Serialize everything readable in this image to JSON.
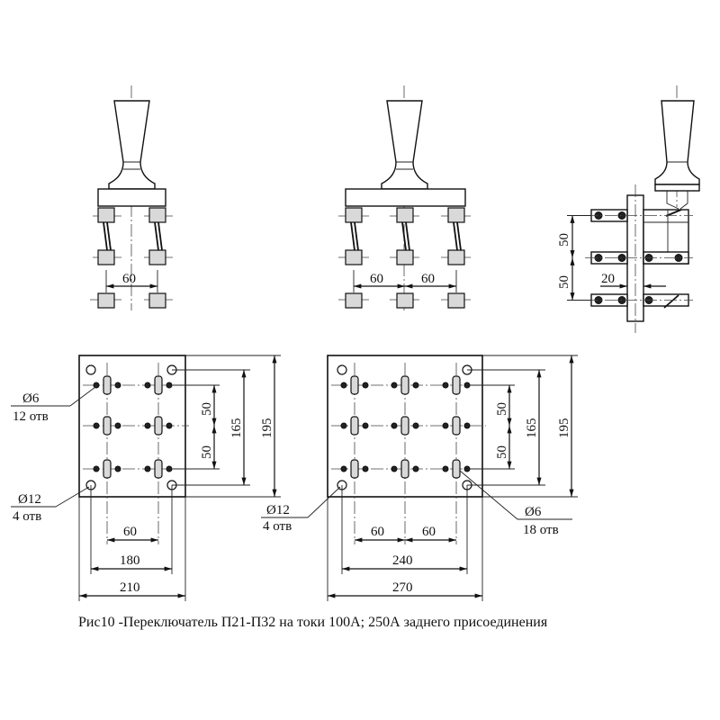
{
  "caption": "Рис10 -Переключатель П21-П32 на токи 100А; 250А заднего присоединения",
  "dims": {
    "d60": "60",
    "d50": "50",
    "d20": "20",
    "d165": "165",
    "d195": "195",
    "d180": "180",
    "d210": "210",
    "d240": "240",
    "d270": "270"
  },
  "notes": {
    "hole6": "Ø6",
    "hole12": "Ø12",
    "holes12": "12 отв",
    "holes4": "4 отв",
    "holes18": "18 отв"
  }
}
